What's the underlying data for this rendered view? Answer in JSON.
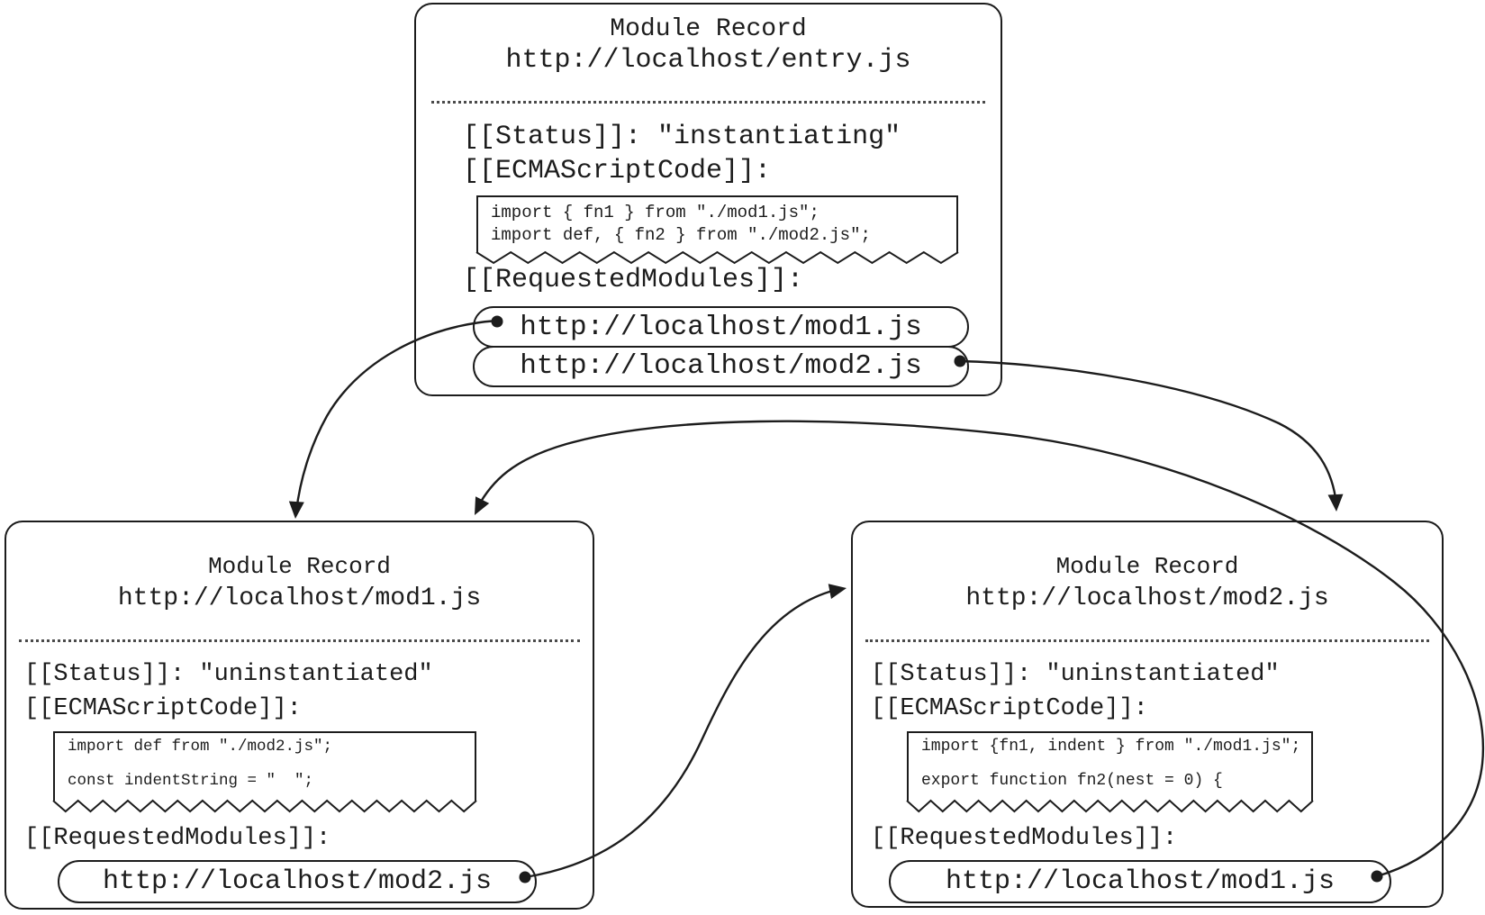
{
  "colors": {
    "ink": "#1c1c1c",
    "paper": "#ffffff"
  },
  "modules": {
    "entry": {
      "title": "Module Record",
      "url": "http://localhost/entry.js",
      "status_line": "[[Status]]: \"instantiating\"",
      "code_label": "[[ECMAScriptCode]]:",
      "code": "import { fn1 } from \"./mod1.js\";\nimport def, { fn2 } from \"./mod2.js\";",
      "requested_label": "[[RequestedModules]]:",
      "requested": [
        "http://localhost/mod1.js",
        "http://localhost/mod2.js"
      ]
    },
    "mod1": {
      "title": "Module Record",
      "url": "http://localhost/mod1.js",
      "status_line": "[[Status]]: \"uninstantiated\"",
      "code_label": "[[ECMAScriptCode]]:",
      "code": "import def from \"./mod2.js\";\n\nconst indentString = \"  \";",
      "requested_label": "[[RequestedModules]]:",
      "requested": [
        "http://localhost/mod2.js"
      ]
    },
    "mod2": {
      "title": "Module Record",
      "url": "http://localhost/mod2.js",
      "status_line": "[[Status]]: \"uninstantiated\"",
      "code_label": "[[ECMAScriptCode]]:",
      "code": "import {fn1, indent } from \"./mod1.js\";\n\nexport function fn2(nest = 0) {",
      "requested_label": "[[RequestedModules]]:",
      "requested": [
        "http://localhost/mod1.js"
      ]
    }
  },
  "edges": [
    {
      "from": "entry.requested:http://localhost/mod1.js",
      "to": "mod1"
    },
    {
      "from": "entry.requested:http://localhost/mod2.js",
      "to": "mod2"
    },
    {
      "from": "mod1.requested:http://localhost/mod2.js",
      "to": "mod2"
    },
    {
      "from": "mod2.requested:http://localhost/mod1.js",
      "to": "mod1"
    }
  ]
}
